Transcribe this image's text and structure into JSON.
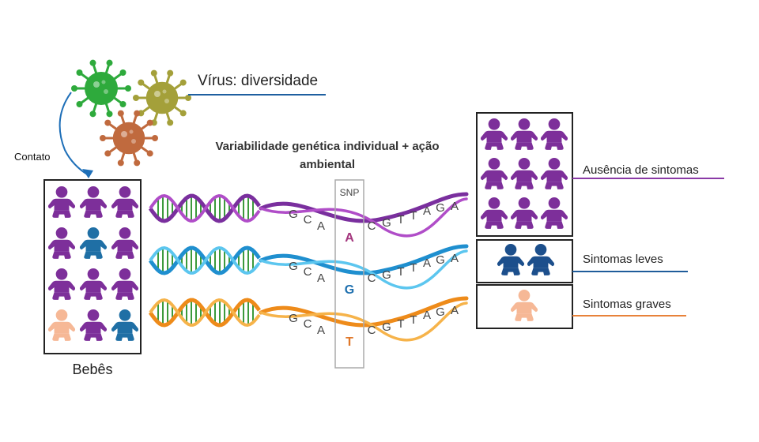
{
  "virus": {
    "label": "Vírus: diversidade",
    "colors": [
      "#2eaa3c",
      "#a4a03a",
      "#c06a3e"
    ]
  },
  "contact_label": "Contato",
  "variability_title": [
    "Variabilidade genética individual + ação",
    "ambiental"
  ],
  "snp_label": "SNP",
  "babies": {
    "label": "Bebês",
    "grid": [
      [
        "purple",
        "purple",
        "purple"
      ],
      [
        "purple",
        "blue",
        "purple"
      ],
      [
        "purple",
        "purple",
        "purple"
      ],
      [
        "peach",
        "purple",
        "blue"
      ]
    ]
  },
  "baby_colors": {
    "purple": "#7d2f9a",
    "blue": "#1f6fa5",
    "navy": "#1c4f8c",
    "peach": "#f6b896"
  },
  "dna": [
    {
      "id": "a",
      "left_letters": [
        "G",
        "C",
        "A"
      ],
      "snp": "A",
      "right_letters": [
        "C",
        "G",
        "T",
        "T",
        "A",
        "G",
        "A"
      ],
      "snp_color": "#a3357d",
      "ribbon_colors": [
        "#7a2f9e",
        "#b04dc8"
      ]
    },
    {
      "id": "g",
      "left_letters": [
        "G",
        "C",
        "A"
      ],
      "snp": "G",
      "right_letters": [
        "C",
        "G",
        "T",
        "T",
        "A",
        "G",
        "A"
      ],
      "snp_color": "#1d6fae",
      "ribbon_colors": [
        "#1f8fcf",
        "#5cc6ef"
      ]
    },
    {
      "id": "t",
      "left_letters": [
        "G",
        "C",
        "A"
      ],
      "snp": "T",
      "right_letters": [
        "C",
        "G",
        "T",
        "T",
        "A",
        "G",
        "A"
      ],
      "snp_color": "#e0782a",
      "ribbon_colors": [
        "#ee8b1a",
        "#f6b34a"
      ]
    }
  ],
  "helix_green": "#3c9a3c",
  "outcomes": [
    {
      "id": "none",
      "label": "Ausência de sintomas",
      "color": "#8a3aa6",
      "baby_color": "purple",
      "count": 9
    },
    {
      "id": "mild",
      "label": "Sintomas leves",
      "color": "#1f5c9a",
      "baby_color": "navy",
      "count": 2
    },
    {
      "id": "severe",
      "label": "Sintomas graves",
      "color": "#e8823a",
      "baby_color": "peach",
      "count": 1
    }
  ]
}
